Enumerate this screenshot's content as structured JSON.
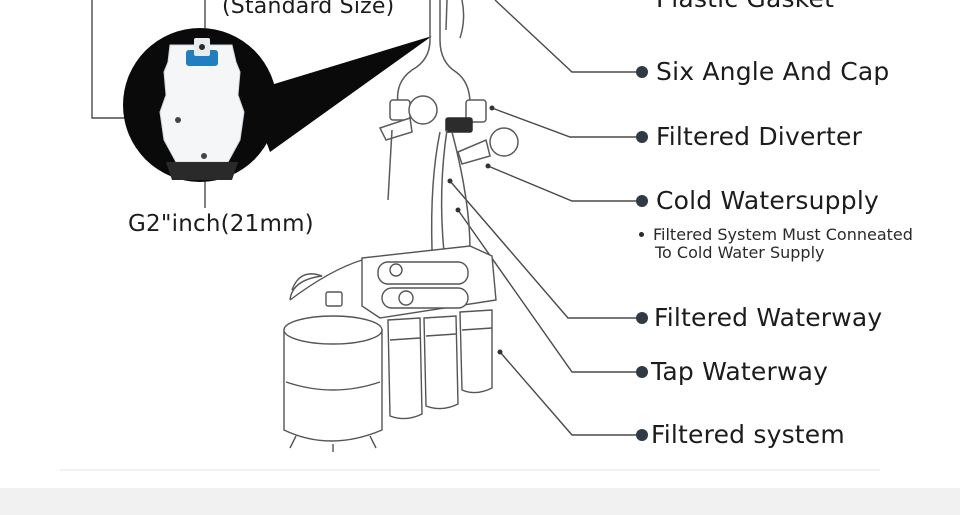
{
  "labels": {
    "plastic_gasket": "Plastic Gasket",
    "six_angle": "Six Angle And Cap",
    "filtered_diverter": "Filtered Diverter",
    "cold_water": "Cold Watersupply",
    "cold_water_note_line1": "Filtered System Must Conneated",
    "cold_water_note_line2": "To Cold Water Supply",
    "filtered_waterway": "Filtered Waterway",
    "tap_waterway": "Tap Waterway",
    "filtered_system": "Filtered system",
    "standard_size": "(Standard Size)",
    "fitting_size": "G2\"inch(21mm)"
  },
  "colors": {
    "callout_line": "#4a4a4a",
    "bullet": "#2f3a44",
    "fitting_ring": "#1f7fc0",
    "inset_bg": "#0a0a0a"
  }
}
